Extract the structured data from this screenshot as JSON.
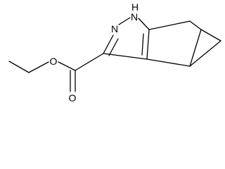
{
  "structure": {
    "atoms": {
      "nh": "H",
      "n1": "N",
      "n2": "N",
      "o_carbonyl": "O",
      "o_ester": "O"
    }
  },
  "colors": {
    "bond": "#000000",
    "text": "#000000",
    "background": "#ffffff"
  }
}
